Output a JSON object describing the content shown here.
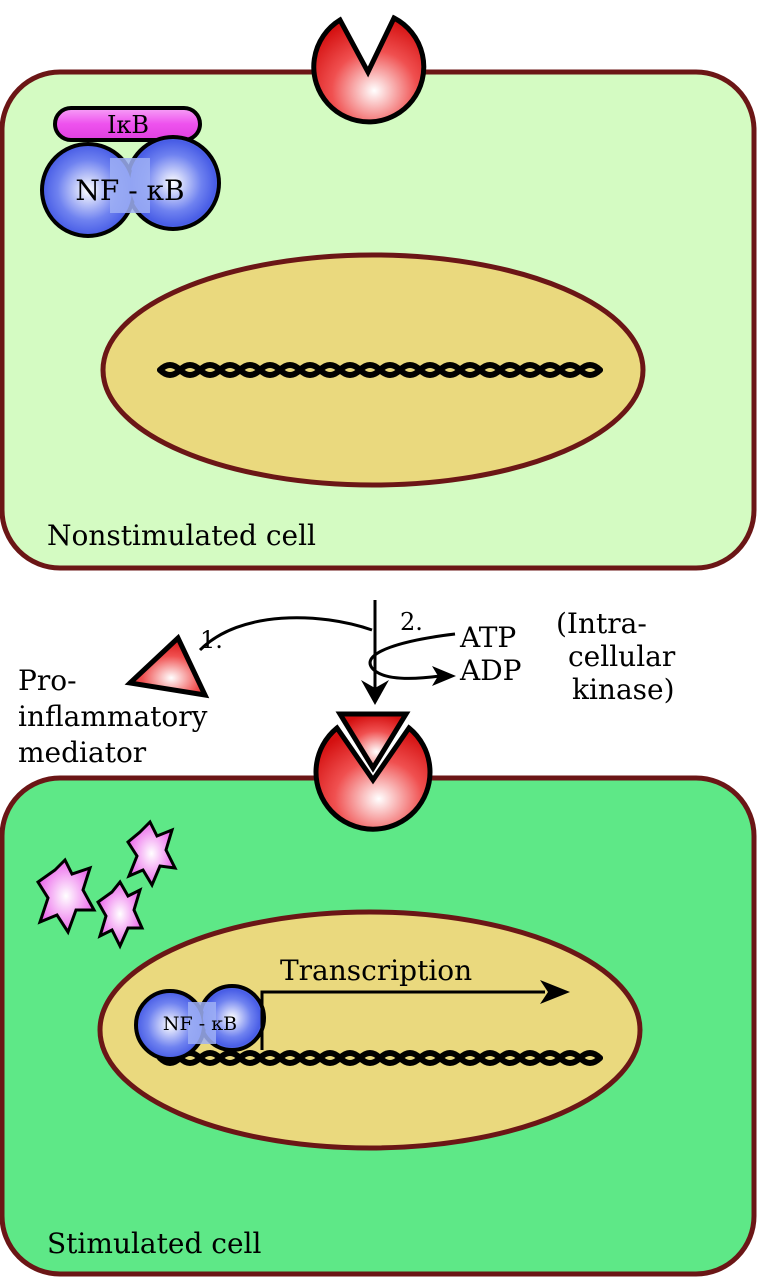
{
  "labels": {
    "ikb": "IκB",
    "nfkb_top": "NF - κB",
    "nonstimulated": "Nonstimulated cell",
    "step1": "1.",
    "step2": "2.",
    "atp": "ATP",
    "adp": "ADP",
    "intra_1": "(Intra-",
    "intra_2": "cellular",
    "intra_3": "kinase)",
    "pro_1": "Pro-",
    "pro_2": "inflammatory",
    "pro_3": "mediator",
    "transcription": "Transcription",
    "nfkb_nucleus": "NF - κB",
    "stimulated": "Stimulated cell"
  },
  "colors": {
    "membrane": "#6b1616",
    "cell_top_fill": "#d4fbc2",
    "cell_bottom_fill": "#5ee887",
    "nucleus_fill": "#ead97e",
    "receptor_red": "#e61e1e",
    "nfkb_blue": "#3f55e8",
    "ikb_magenta": "#ee52ee",
    "star_magenta": "#e24de2"
  }
}
